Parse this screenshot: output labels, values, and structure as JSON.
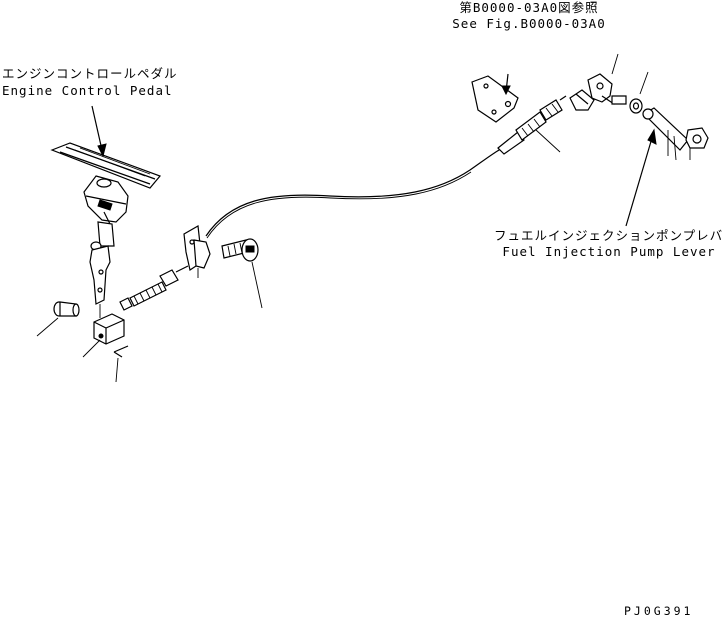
{
  "labels": {
    "reference_jp": "第B0000-03A0図参照",
    "reference_en": "See Fig.B0000-03A0",
    "pedal_jp": "エンジンコントロールペダル",
    "pedal_en": "Engine Control Pedal",
    "lever_jp": "フュエルインジェクションポンプレバー",
    "lever_en": "Fuel Injection Pump Lever",
    "drawing_code": "PJ0G391"
  }
}
